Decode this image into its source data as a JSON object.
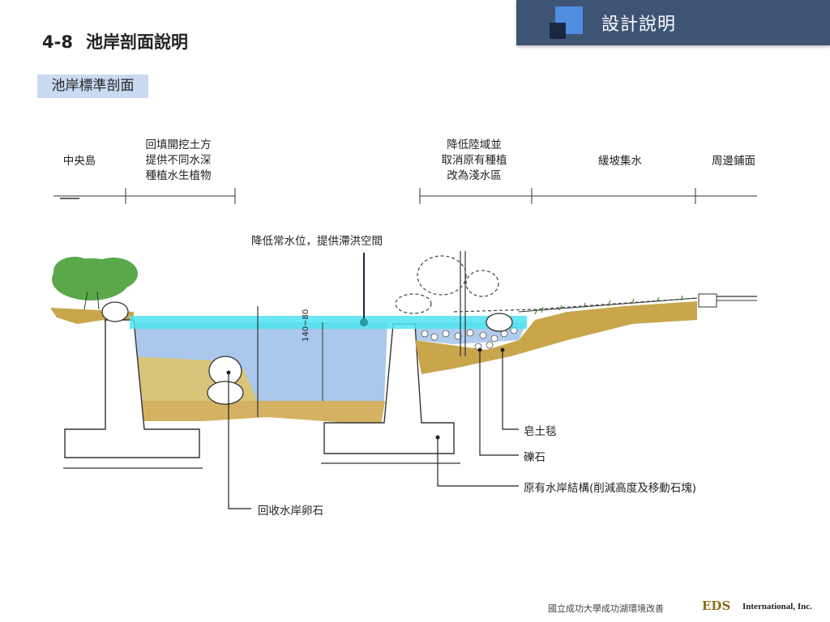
{
  "header": {
    "badge": "設計說明",
    "section_number": "4-8",
    "title": "池岸剖面說明"
  },
  "section_tag": "池岸標準剖面",
  "zones": [
    {
      "lines": [
        "中央島"
      ]
    },
    {
      "lines": [
        "回填開挖土方",
        "提供不同水深",
        "種植水生植物"
      ]
    },
    {
      "lines": [
        "降低陸域並",
        "取消原有種植",
        "改為淺水區"
      ]
    },
    {
      "lines": [
        "緩坡集水"
      ]
    },
    {
      "lines": [
        "周邊鋪面"
      ]
    }
  ],
  "annotations": {
    "water_level": "降低常水位，提供滯洪空間",
    "depth": "140~80",
    "geotextile": "皂土毯",
    "gravel": "礫石",
    "existing_structure": "原有水岸結構(削減高度及移動石塊)",
    "recycled_stones": "回收水岸卵石"
  },
  "footer": {
    "school": "國立成功大學成功湖環境改善",
    "logo": "EDS",
    "company": "International, Inc."
  },
  "colors": {
    "header_band": "#3d5475",
    "tag_bg": "#c9daf1",
    "water": "#a9c8ec",
    "water_surface": "#4fe3f0",
    "soil": "#c9a64c",
    "foliage": "#5aa84a"
  }
}
